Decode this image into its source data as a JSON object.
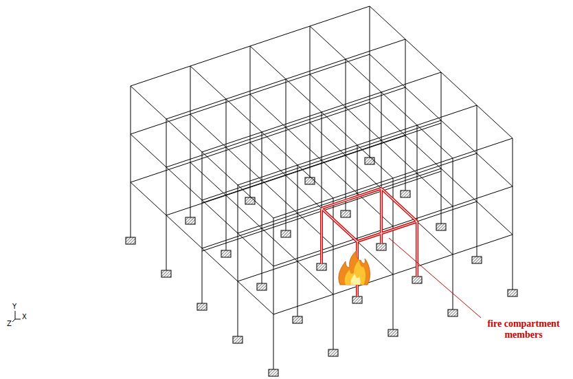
{
  "diagram": {
    "labels": [
      "Y",
      "X",
      "Z",
      "fire compartment members"
    ]
  }
}
